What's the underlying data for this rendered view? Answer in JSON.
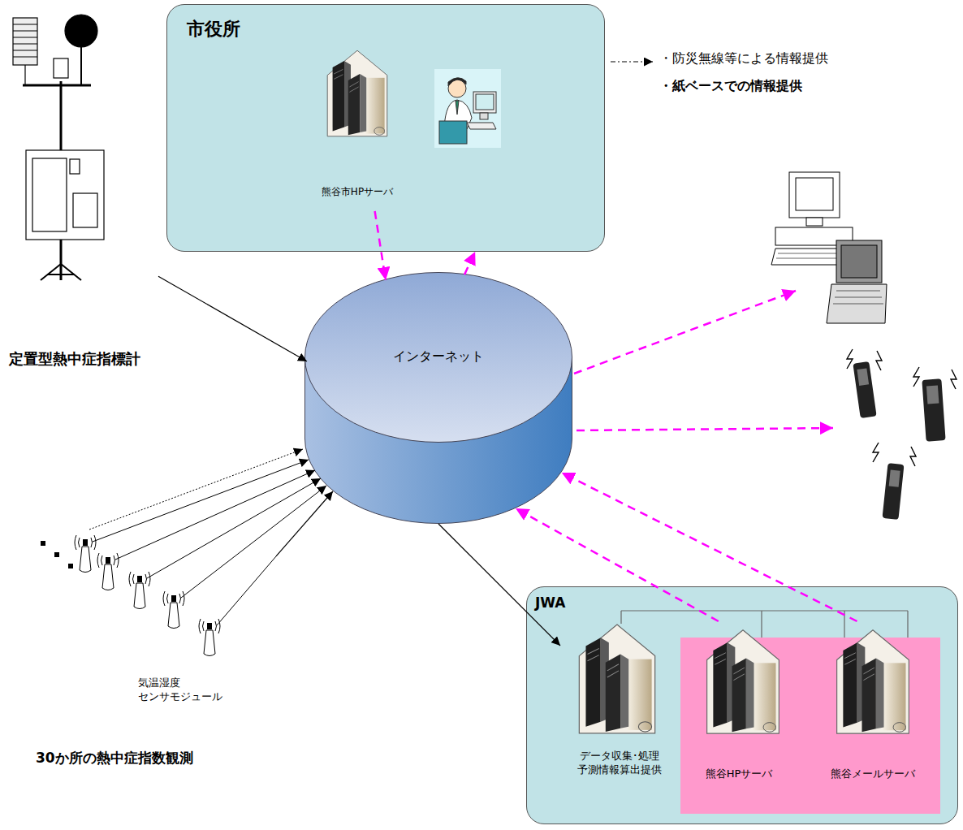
{
  "diagram": {
    "nodes": [
      {
        "text": [
          "市役所"
        ]
      },
      {
        "text": [
          "熊谷市HPサーバ"
        ],
        "in": 0
      },
      {
        "text": [
          "定置型熱中症指標計"
        ]
      },
      {
        "text": [
          "インターネット"
        ]
      },
      {
        "text": [
          "気温湿度 センサモジュール",
          "30か所の熱中症指数観測"
        ]
      },
      {
        "text": [
          "JWA"
        ]
      },
      {
        "text": [
          "データ収集･処理 予測情報算出提供"
        ],
        "in": 5
      },
      {
        "text": [
          "熊谷HPサーバ"
        ],
        "in": 5
      },
      {
        "text": [
          "熊谷メールサーバ"
        ],
        "in": 5
      }
    ],
    "edges": [
      {
        "from": 1,
        "to": 3,
        "arrow": "to"
      },
      {
        "from": 3,
        "to": 0,
        "arrow": "to"
      },
      {
        "from": 2,
        "to": 3,
        "arrow": "to"
      },
      {
        "from": 4,
        "to": 3,
        "arrow": "to"
      },
      {
        "from": 3,
        "to": 6,
        "arrow": "to"
      },
      {
        "from": 7,
        "to": 3,
        "arrow": "to"
      },
      {
        "from": 8,
        "to": 3,
        "arrow": "to"
      }
    ],
    "labels": [
      "・防災無線等による情報提供",
      "・紙ベースでの情報提供"
    ]
  }
}
